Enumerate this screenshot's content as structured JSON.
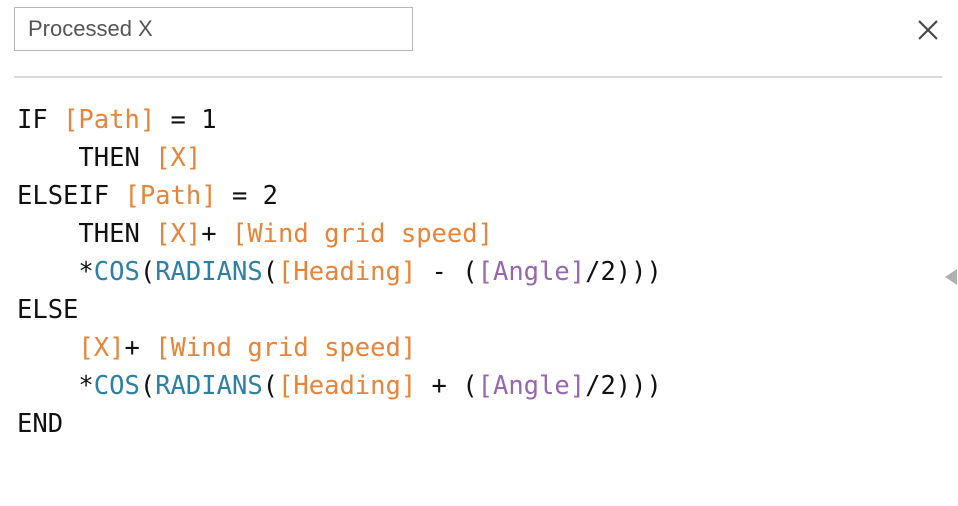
{
  "header": {
    "calc_name": "Processed X",
    "close_icon": "close-icon"
  },
  "colors": {
    "keyword": "#111111",
    "field": "#e8843a",
    "function": "#2d7fa3",
    "parameter": "#9567b0",
    "divider": "#d9d9d9"
  },
  "editor": {
    "lines": [
      {
        "indent": "",
        "tokens": [
          {
            "t": "IF ",
            "k": "kw"
          },
          {
            "t": "[Path]",
            "k": "field"
          },
          {
            "t": " = 1",
            "k": "op"
          }
        ]
      },
      {
        "indent": "    ",
        "tokens": [
          {
            "t": "THEN ",
            "k": "kw"
          },
          {
            "t": "[X]",
            "k": "field"
          }
        ]
      },
      {
        "indent": "",
        "tokens": [
          {
            "t": "ELSEIF ",
            "k": "kw"
          },
          {
            "t": "[Path]",
            "k": "field"
          },
          {
            "t": " = 2",
            "k": "op"
          }
        ]
      },
      {
        "indent": "    ",
        "tokens": [
          {
            "t": "THEN ",
            "k": "kw"
          },
          {
            "t": "[X]",
            "k": "field"
          },
          {
            "t": "+ ",
            "k": "op"
          },
          {
            "t": "[Wind grid speed]",
            "k": "field"
          }
        ]
      },
      {
        "indent": "    ",
        "tokens": [
          {
            "t": "*",
            "k": "op"
          },
          {
            "t": "COS",
            "k": "func"
          },
          {
            "t": "(",
            "k": "op"
          },
          {
            "t": "RADIANS",
            "k": "func"
          },
          {
            "t": "(",
            "k": "op"
          },
          {
            "t": "[Heading]",
            "k": "field"
          },
          {
            "t": " - (",
            "k": "op"
          },
          {
            "t": "[Angle]",
            "k": "param"
          },
          {
            "t": "/2)))",
            "k": "op"
          }
        ]
      },
      {
        "indent": "",
        "tokens": [
          {
            "t": "ELSE",
            "k": "kw"
          }
        ]
      },
      {
        "indent": "    ",
        "tokens": [
          {
            "t": "[X]",
            "k": "field"
          },
          {
            "t": "+ ",
            "k": "op"
          },
          {
            "t": "[Wind grid speed]",
            "k": "field"
          }
        ]
      },
      {
        "indent": "    ",
        "tokens": [
          {
            "t": "*",
            "k": "op"
          },
          {
            "t": "COS",
            "k": "func"
          },
          {
            "t": "(",
            "k": "op"
          },
          {
            "t": "RADIANS",
            "k": "func"
          },
          {
            "t": "(",
            "k": "op"
          },
          {
            "t": "[Heading]",
            "k": "field"
          },
          {
            "t": " + (",
            "k": "op"
          },
          {
            "t": "[Angle]",
            "k": "param"
          },
          {
            "t": "/2)))",
            "k": "op"
          }
        ]
      },
      {
        "indent": "",
        "tokens": [
          {
            "t": "END",
            "k": "kw"
          }
        ]
      }
    ]
  },
  "side_panel": {
    "toggle_icon": "triangle-left-icon"
  }
}
